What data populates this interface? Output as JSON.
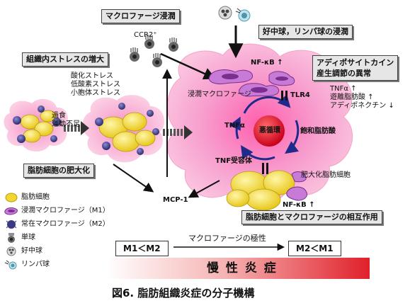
{
  "boxes": {
    "macrophage_infiltration": "マクロファージ浸潤",
    "tissue_stress": "組織内ストレスの増大",
    "neutrophil_lymph": "好中球，リンパ球の浸潤",
    "adipocytokine": "アディポサイトカイン\n産生調節の異常",
    "hypertrophy": "脂肪細胞の肥大化",
    "interaction": "脂肪細胞とマクロファージの相互作用"
  },
  "labels": {
    "ccr2": "CCR2⁺",
    "stress_list": [
      "酸化ストレス",
      "低酸素ストレス",
      "小胞体ストレス"
    ],
    "overeat": "過食",
    "inactivity": "運動不足",
    "nfkb_top": "NF-κB ↑",
    "infiltrated_mac": "浸潤マクロファージ",
    "tlr4": "TLR4",
    "tnfa": "TNFα",
    "vicious": "悪循環",
    "sat_fa": "飽和脂肪酸",
    "tnf_receptor": "TNF受容体",
    "hyper_adipo": "肥大化脂肪細胞",
    "nfkb_bottom": "NF-κB ↑",
    "mcp1": "MCP-1",
    "right_list": [
      "TNFα ↑",
      "遊離脂肪酸 ↑",
      "アディポネクチン ↓"
    ]
  },
  "legend": [
    {
      "icon": "adipocyte-icon",
      "label": "脂肪細胞"
    },
    {
      "icon": "infiltrated-macrophage-icon",
      "label": "浸潤マクロファージ（M1）"
    },
    {
      "icon": "resident-macrophage-icon",
      "label": "常在マクロファージ（M2）"
    },
    {
      "icon": "monocyte-icon",
      "label": "単球"
    },
    {
      "icon": "neutrophil-icon",
      "label": "好中球"
    },
    {
      "icon": "lymphocyte-icon",
      "label": "リンパ球"
    }
  ],
  "polarity": {
    "left": "M1＜M2",
    "middle": "マクロファージの極性",
    "right": "M2＜M1"
  },
  "inflammation_bar": "慢 性 炎 症",
  "caption": "図6. 脂肪組織炎症の分子機構",
  "colors": {
    "cloud": "#f6a6cf",
    "cloud_core": "#f07bb6",
    "vicious_circle": "#d4001c",
    "adipocyte": "#f5e04a",
    "m1_macrophage": "#c77bd6",
    "m2_macrophage": "#3a3a80",
    "gradient_start": "#ffffff",
    "gradient_end": "#e0202a"
  }
}
